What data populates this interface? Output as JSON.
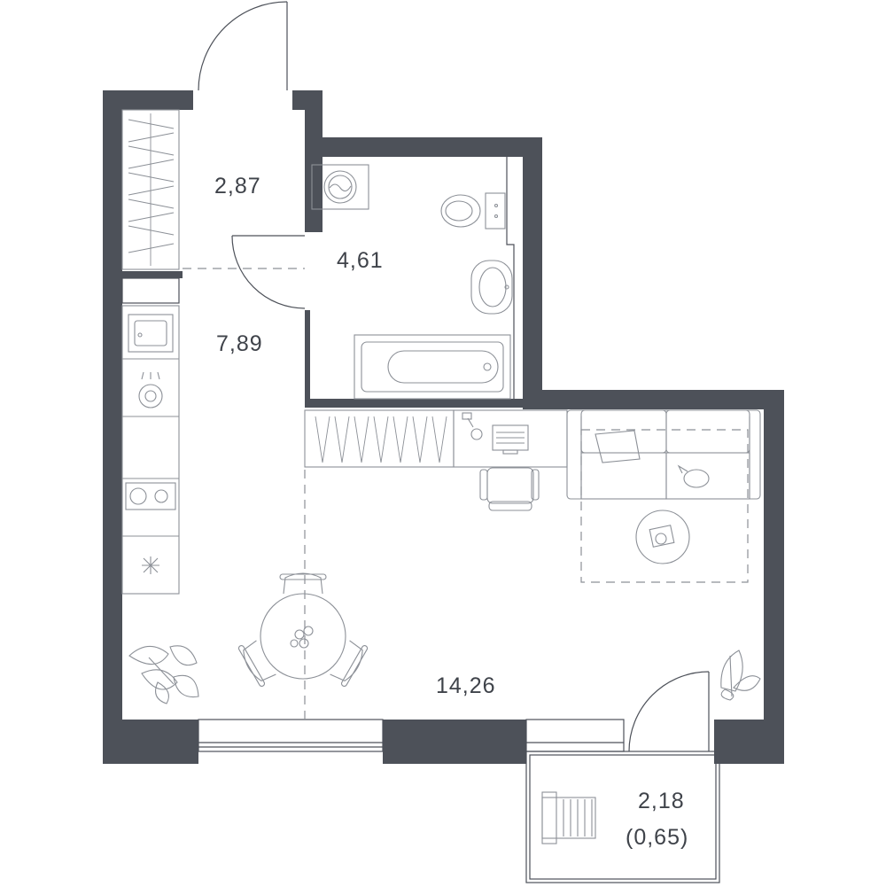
{
  "rooms": [
    {
      "id": "hallway",
      "area": "2,87"
    },
    {
      "id": "bathroom",
      "area": "4,61"
    },
    {
      "id": "kitchen",
      "area": "7,89"
    },
    {
      "id": "living-room",
      "area": "14,26"
    },
    {
      "id": "balcony",
      "area": "2,18",
      "reduced_area": "(0,65)"
    }
  ],
  "colors": {
    "wall": "#4d5159",
    "furniture": "#8c9097",
    "text": "#3f434a"
  }
}
